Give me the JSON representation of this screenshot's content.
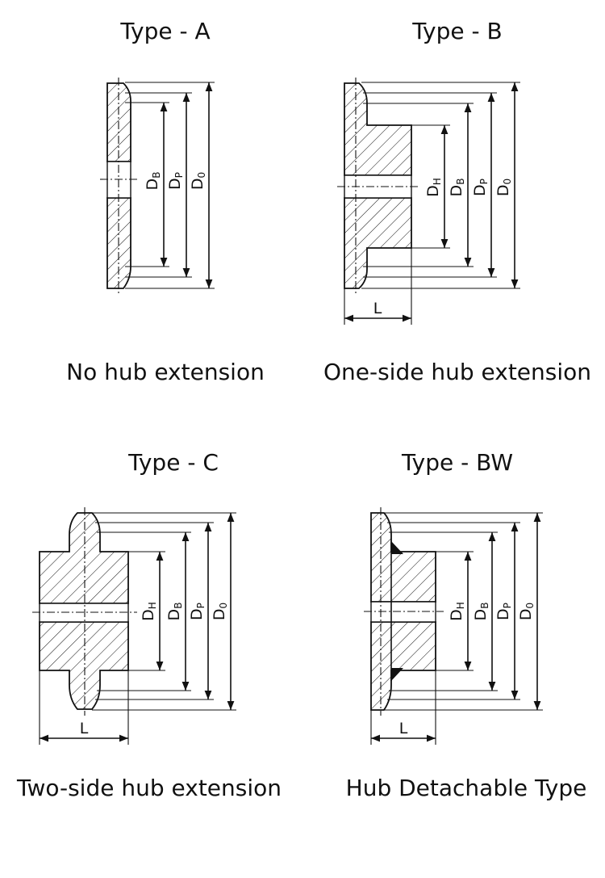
{
  "panels": [
    {
      "title": "Type - A",
      "caption": "No hub extension",
      "dims": [
        {
          "main": "D",
          "sub": "B"
        },
        {
          "main": "D",
          "sub": "P"
        },
        {
          "main": "D",
          "sub": "0"
        }
      ]
    },
    {
      "title": "Type - B",
      "caption": "One-side hub extension",
      "length_label": "L",
      "dims": [
        {
          "main": "D",
          "sub": "H"
        },
        {
          "main": "D",
          "sub": "B"
        },
        {
          "main": "D",
          "sub": "P"
        },
        {
          "main": "D",
          "sub": "0"
        }
      ]
    },
    {
      "title": "Type - C",
      "caption": "Two-side hub extension",
      "length_label": "L",
      "dims": [
        {
          "main": "D",
          "sub": "H"
        },
        {
          "main": "D",
          "sub": "B"
        },
        {
          "main": "D",
          "sub": "P"
        },
        {
          "main": "D",
          "sub": "0"
        }
      ]
    },
    {
      "title": "Type - BW",
      "caption": "Hub Detachable Type",
      "length_label": "L",
      "dims": [
        {
          "main": "D",
          "sub": "H"
        },
        {
          "main": "D",
          "sub": "B"
        },
        {
          "main": "D",
          "sub": "P"
        },
        {
          "main": "D",
          "sub": "0"
        }
      ]
    }
  ]
}
